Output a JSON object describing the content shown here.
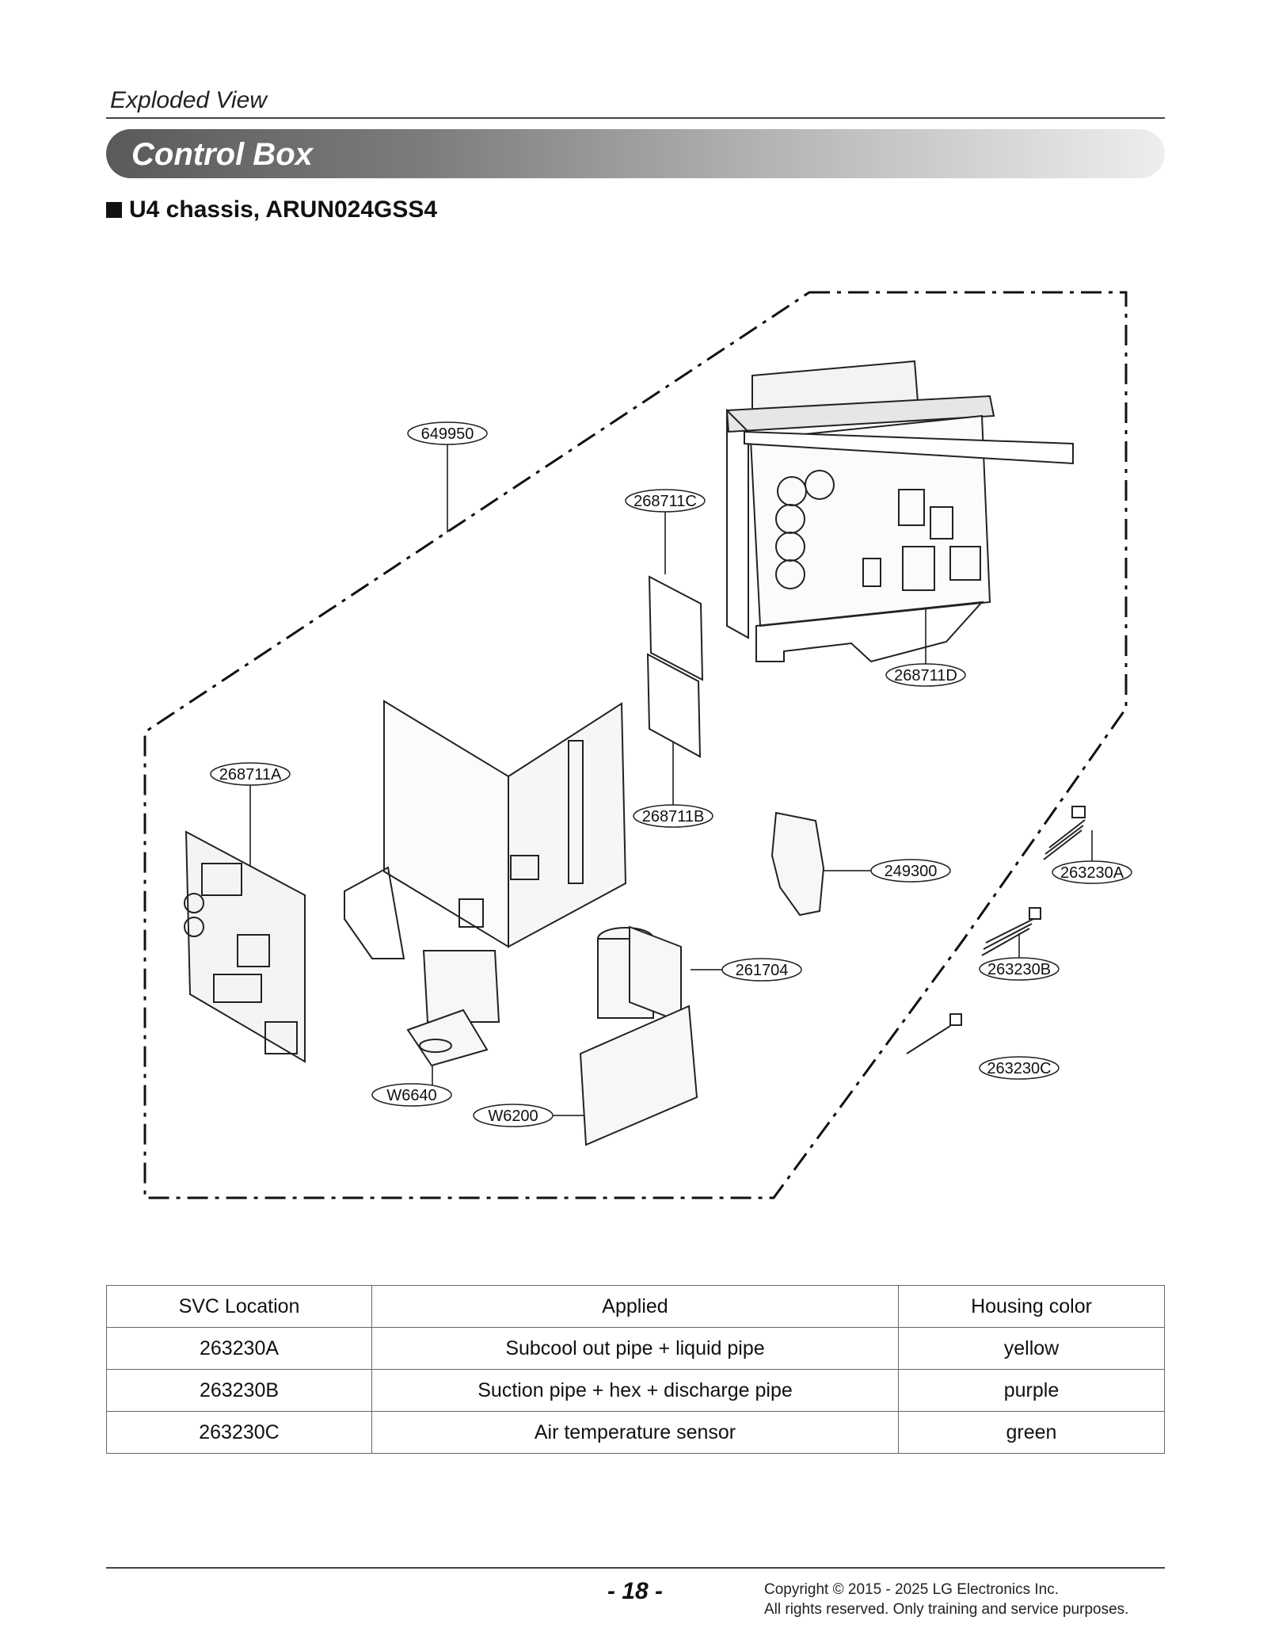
{
  "header": {
    "title": "Exploded View"
  },
  "section": {
    "title": "Control Box"
  },
  "model": {
    "heading": "U4 chassis, ARUN024GSS4"
  },
  "diagram": {
    "callouts": [
      "649950",
      "268711C",
      "268711D",
      "268711A",
      "268711B",
      "249300",
      "263230A",
      "261704",
      "263230B",
      "263230C",
      "W6640",
      "W6200"
    ]
  },
  "table": {
    "headers": [
      "SVC Location",
      "Applied",
      "Housing color"
    ],
    "rows": [
      [
        "263230A",
        "Subcool out pipe + liquid pipe",
        "yellow"
      ],
      [
        "263230B",
        "Suction pipe + hex + discharge pipe",
        "purple"
      ],
      [
        "263230C",
        "Air temperature sensor",
        "green"
      ]
    ]
  },
  "footer": {
    "page_number": "- 18 -",
    "copyright_line1": "Copyright © 2015 - 2025 LG Electronics Inc.",
    "copyright_line2": "All rights reserved. Only training and service purposes."
  }
}
